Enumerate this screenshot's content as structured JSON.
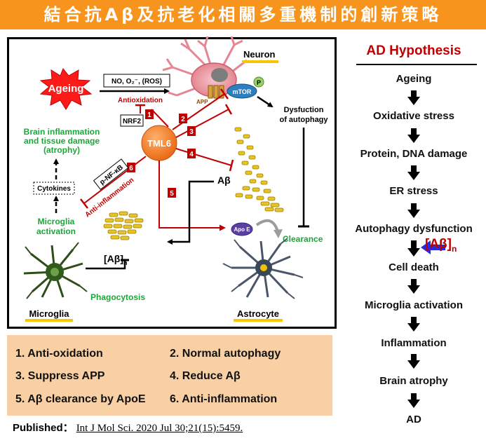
{
  "banner": {
    "title": "結合抗Aβ及抗老化相關多重機制的創新策略"
  },
  "diagram": {
    "ageing": "Ageing",
    "ros": "NO, O₂⁻, (ROS)",
    "antioxidation": "Antioxidation",
    "nrf2": "NRF2",
    "tml6": "TML6",
    "neuron": "Neuron",
    "app": "APP",
    "mtor": "mTOR",
    "p": "P",
    "dysfunction_line1": "Dysfuction",
    "dysfunction_line2": "of autophagy",
    "brain_line1": "Brain inflammation",
    "brain_line2": "and tissue damage",
    "brain_line3": "(atrophy)",
    "cytokines": "Cytokines",
    "pnfkb": "p-NF-κB",
    "anti_inflammation": "Anti-inflammation",
    "ab": "Aβ",
    "apoe": "Apo E",
    "clearance": "Clearance",
    "microglia_act_line1": "Microglia",
    "microglia_act_line2": "activation",
    "ab_n": "[Aβ]",
    "ab_n_sub": "n",
    "phagocytosis": "Phagocytosis",
    "microglia": "Microglia",
    "astrocyte": "Astrocyte",
    "badges": [
      "1",
      "2",
      "3",
      "4",
      "5",
      "6"
    ]
  },
  "legend": {
    "items": [
      "1. Anti-oxidation",
      "2. Normal autophagy",
      "3. Suppress APP",
      "4. Reduce Aβ",
      "5. Aβ clearance by ApoE",
      "6. Anti-inflammation"
    ]
  },
  "published": {
    "label": "Published：",
    "ref": "Int J Mol Sci. 2020 Jul 30;21(15):5459."
  },
  "hypothesis": {
    "title": "AD Hypothesis",
    "steps": [
      "Ageing",
      "Oxidative stress",
      "Protein, DNA damage",
      "ER stress",
      "Autophagy dysfunction",
      "Cell death",
      "Microglia activation",
      "Inflammation",
      "Brain atrophy",
      "AD"
    ],
    "annotation": "[Aβ]",
    "annotation_sub": "n"
  },
  "colors": {
    "banner": "#f7941d",
    "red": "#c00000",
    "green": "#1ea539",
    "orange": "#f47c20",
    "legend_bg": "#f9d0a4",
    "blue_arrow": "#2a2ae0"
  }
}
